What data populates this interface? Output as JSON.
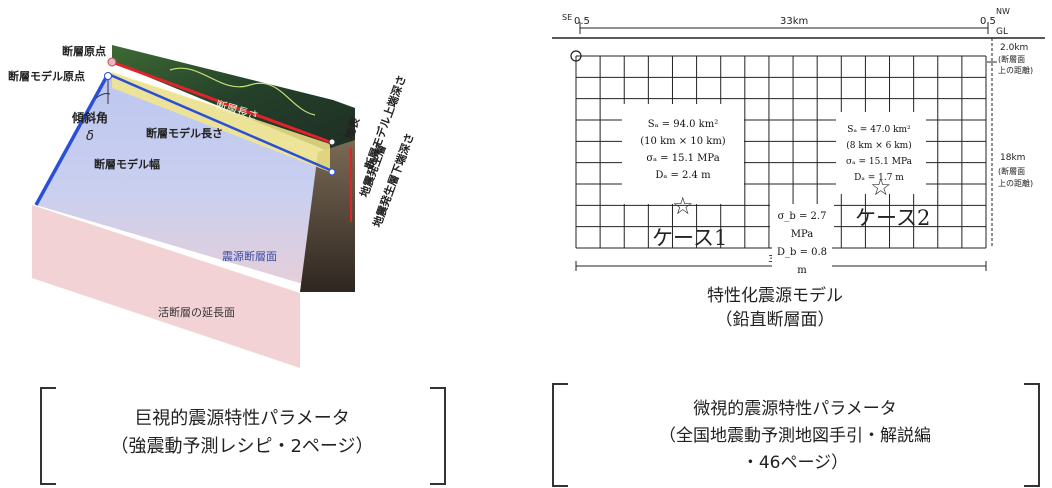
{
  "left": {
    "labels": {
      "origin": "断層原点",
      "model_origin": "断層モデル原点",
      "dip_angle": "傾斜角",
      "delta": "δ",
      "fault_length": "断層長さ",
      "model_length": "断層モデル長さ",
      "model_width": "断層モデル幅",
      "ground_surface": "地表",
      "model_top_depth": "断層モデル上端深さ",
      "seismogenic_layer": "地震発生層",
      "seismogenic_bottom_depth": "地震発生層下端深さ",
      "source_fault_plane": "震源断層面",
      "active_fault_extension": "活断層の延長面"
    },
    "caption": [
      "巨視的震源特性パラメータ",
      "（強震動予測レシピ・2ページ）"
    ]
  },
  "right": {
    "grid_labels": {
      "se": "SE",
      "nw": "NW",
      "gl": "GL",
      "left_offset": "0.5",
      "right_offset": "0.5",
      "top_length": "33km",
      "bottom_length": "34km",
      "depth_top": "2.0km",
      "depth_top_note": [
        "(断層面",
        "上の距離)"
      ],
      "depth_width": "18km",
      "depth_width_note": [
        "(断層面",
        "上の距離)"
      ]
    },
    "case1": {
      "params": [
        "Sₐ = 94.0 km²",
        "(10 km × 10 km)",
        "σₐ = 15.1 MPa",
        "Dₐ = 2.4 m"
      ],
      "label": "ケース1"
    },
    "case2": {
      "params": [
        "Sₐ = 47.0 km²",
        "(8 km × 6 km)",
        "σₐ = 15.1 MPa",
        "Dₐ = 1.7 m"
      ],
      "label": "ケース2"
    },
    "background": [
      "σ_b = 2.7 MPa",
      "D_b = 0.8 m"
    ],
    "title": [
      "特性化震源モデル",
      "（鉛直断層面）"
    ],
    "caption": [
      "微視的震源特性パラメータ",
      "（全国地震動予測地図手引・解説編",
      "・46ページ）"
    ]
  },
  "colors": {
    "fault_red": "#e0222a",
    "model_blue": "#2a4fd8",
    "source_plane": "#c8cff0",
    "extension_plane": "#f2d3d6",
    "terrain_green": "#2e4a2a",
    "side_brown": "#5a4a3a"
  }
}
